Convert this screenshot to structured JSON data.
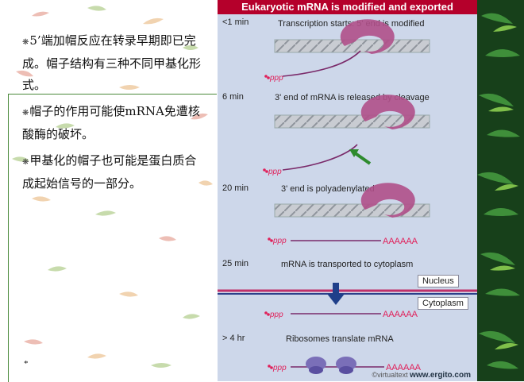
{
  "bullets": [
    {
      "text": "5’端加帽反应在转录早期即已完成。帽子结构有三种不同甲基化形式。"
    },
    {
      "text": "帽子的作用可能使mRNA免遭核酸酶的破坏。"
    },
    {
      "text": "甲基化的帽子也可能是蛋白质合成起始信号的一部分。"
    }
  ],
  "footnote": "*",
  "figure": {
    "title": "Eukaryotic mRNA is modified and exported",
    "steps": [
      {
        "time": "<1 min",
        "caption": "Transcription starts: 5' end is modified"
      },
      {
        "time": "6 min",
        "caption": "3' end of mRNA is released by cleavage"
      },
      {
        "time": "20 min",
        "caption": "3' end is polyadenylated"
      },
      {
        "time": "25 min",
        "caption": "mRNA is transported to cytoplasm"
      },
      {
        "time": "> 4 hr",
        "caption": "Ribosomes translate mRNA"
      }
    ],
    "cap_label": "ppp",
    "polya_label": "AAAAAA",
    "nucleus_label": "Nucleus",
    "cytoplasm_label": "Cytoplasm",
    "credit_prefix": "©virtualtext",
    "credit_site": "www.ergito.com",
    "colors": {
      "title_bar": "#b5002b",
      "panel": "#cdd7ea",
      "polymerase": "#b0508a",
      "rna": "#7a2a6a",
      "cap": "#e0205a",
      "membrane": "#c0306a",
      "arrow_green": "#2e8b2e",
      "arrow_blue": "#1f3f8a",
      "ribosome": "#7a6fb8"
    }
  }
}
